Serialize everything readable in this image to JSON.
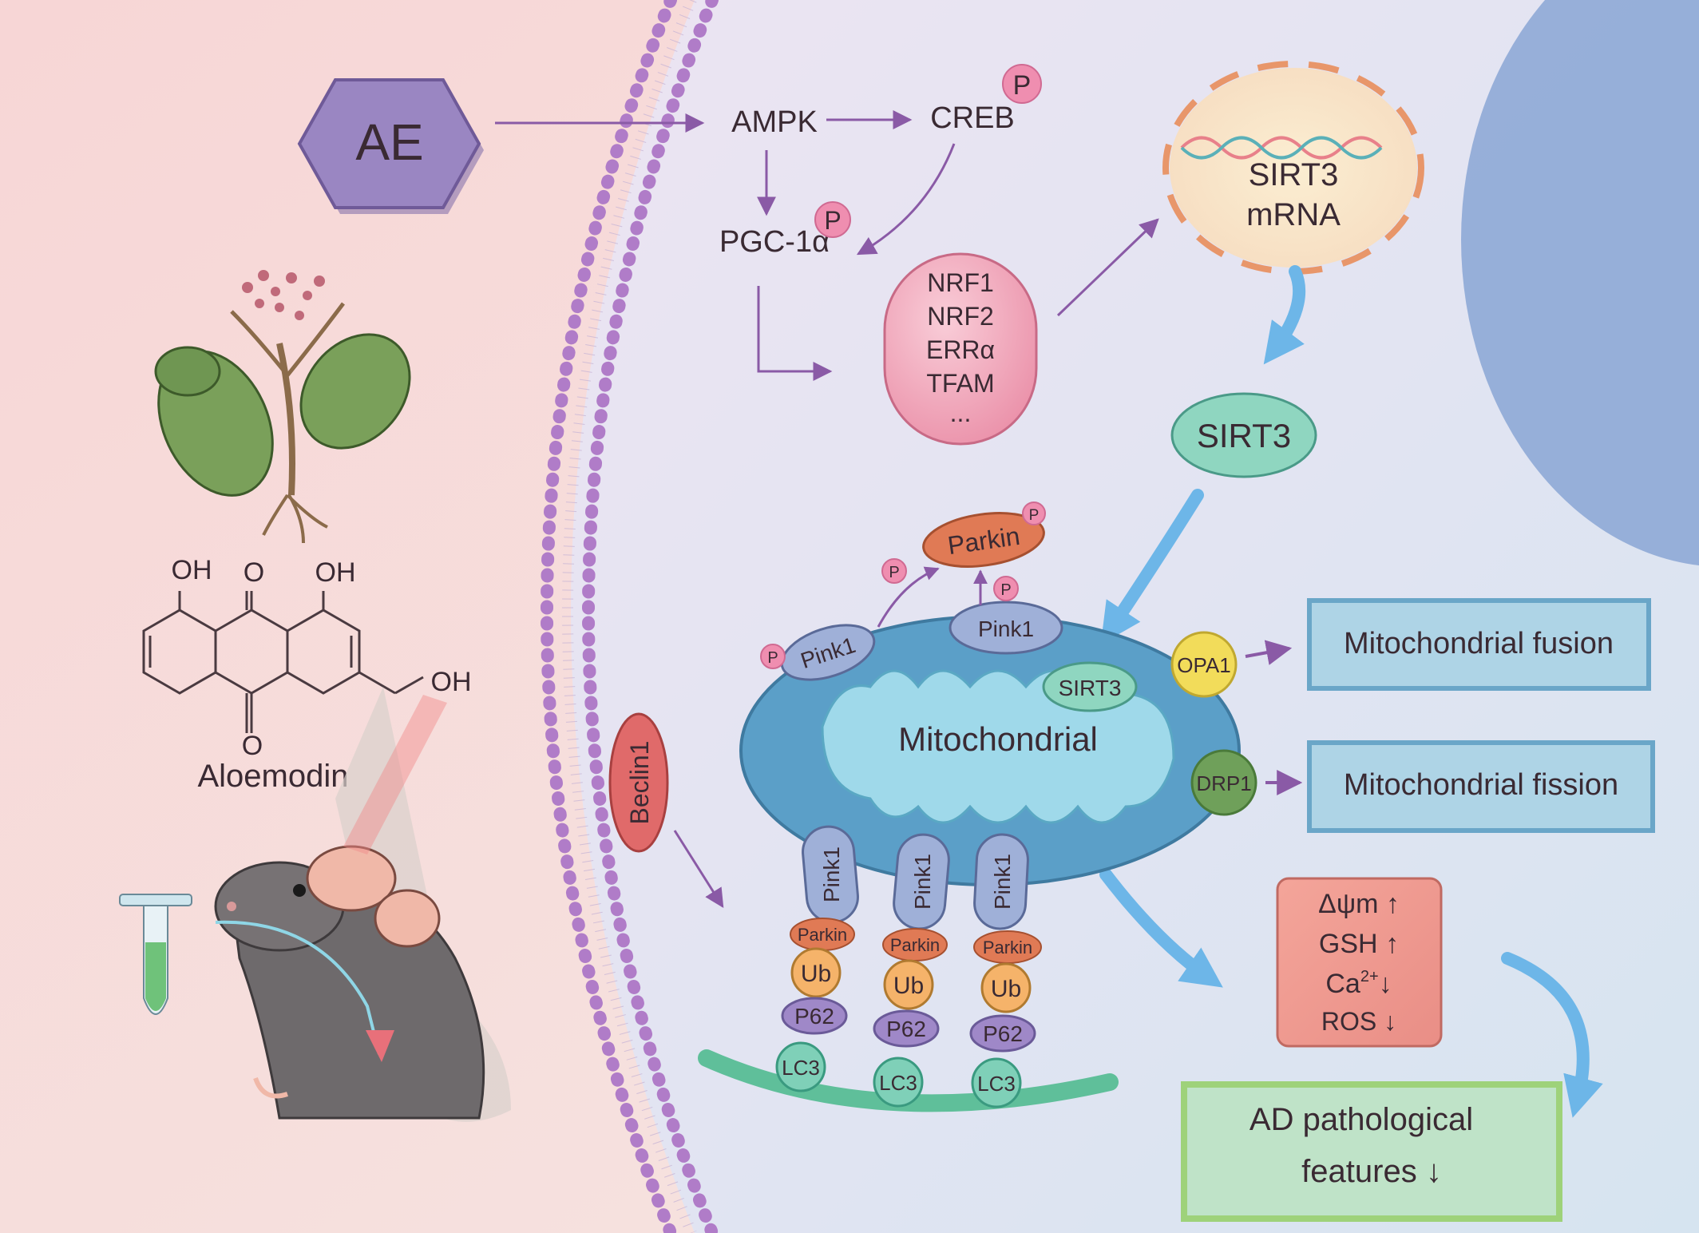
{
  "drug": {
    "label": "AE"
  },
  "compound": {
    "name": "Aloemodin",
    "oh_left": "OH",
    "o_top": "O",
    "oh_right": "OH",
    "oh_side": "OH",
    "o_bottom": "O"
  },
  "signaling": {
    "ampk": "AMPK",
    "creb": "CREB",
    "pgc": "PGC-1α",
    "phospho": "P"
  },
  "targets": [
    "NRF1",
    "NRF2",
    "ERRα",
    "TFAM",
    "..."
  ],
  "sirt3_mrna": {
    "line1": "SIRT3",
    "line2": "mRNA"
  },
  "sirt3_protein": "SIRT3",
  "mito": {
    "label": "Mitochondrial",
    "sirt3": "SIRT3",
    "opa1": "OPA1",
    "drp1": "DRP1"
  },
  "mitophagy": {
    "pink1": "Pink1",
    "parkin": "Parkin",
    "ub": "Ub",
    "p62": "P62",
    "lc3": "LC3",
    "beclin1": "Beclin1"
  },
  "outcomes": {
    "fusion": "Mitochondrial fusion",
    "fission": "Mitochondrial fission"
  },
  "markers": [
    {
      "label": "Δψm",
      "arrow": "↑"
    },
    {
      "label": "GSH",
      "arrow": "↑"
    },
    {
      "label": "Ca",
      "sup": "2+",
      "arrow": "↓"
    },
    {
      "label": "ROS",
      "arrow": "↓"
    }
  ],
  "ad": {
    "line1": "AD pathological",
    "line2": "features ↓"
  },
  "colors": {
    "accent_purple": "#8a5aa6",
    "arrow_blue": "#6db6e8",
    "mito_outer": "#5b9fc8",
    "mito_inner": "#9fd9ea",
    "pink": "#e87fa0",
    "green_box": "#9ed27a",
    "blue_box": "#7fb6d6"
  }
}
